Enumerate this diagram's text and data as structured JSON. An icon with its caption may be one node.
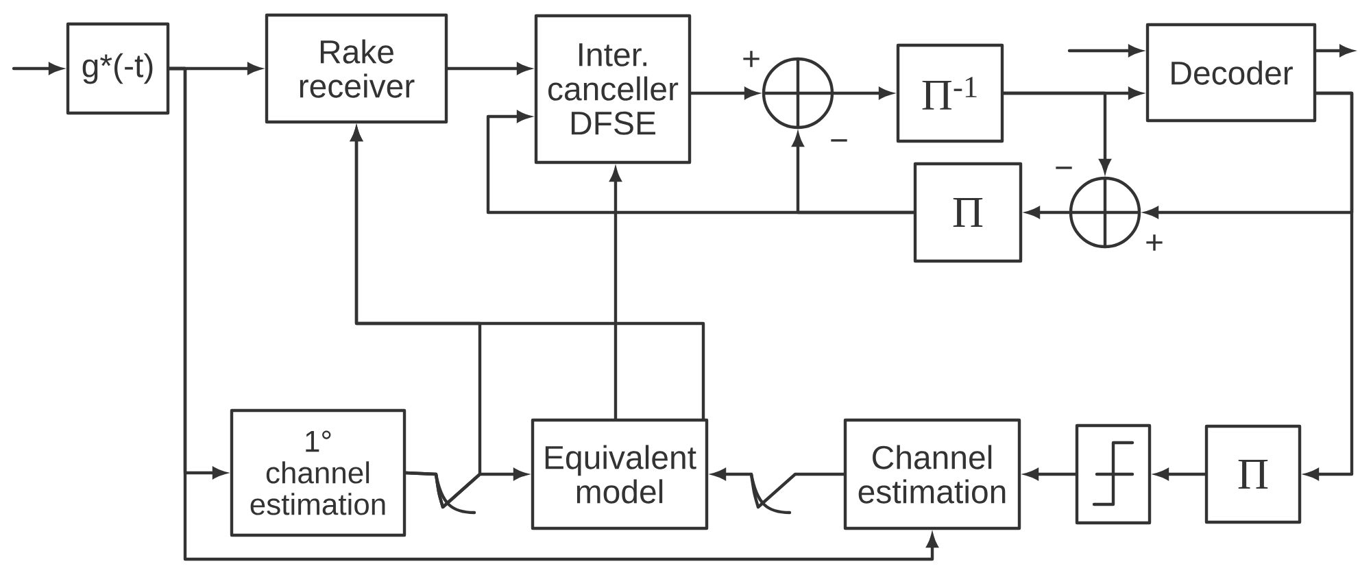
{
  "diagram": {
    "nodes": [
      {
        "text": [
          "g*(-t)"
        ]
      },
      {
        "text": [
          "Rake receiver"
        ]
      },
      {
        "text": [
          "Inter. canceller DFSE"
        ]
      },
      {
        "text": [],
        "shape": "circle"
      },
      {
        "text": [
          "Π$^{-1}$"
        ]
      },
      {
        "text": [
          "Decoder"
        ]
      },
      {
        "text": [],
        "shape": "circle"
      },
      {
        "text": [
          "Π"
        ]
      },
      {
        "text": [
          "1° channel estimation"
        ]
      },
      {
        "text": [
          "Equivalent model"
        ]
      },
      {
        "text": [
          "Channel estimation"
        ]
      },
      {
        "text": [],
        "shape": "box"
      },
      {
        "text": [
          "Π"
        ]
      }
    ],
    "edges": [
      {
        "from": null,
        "to": 0,
        "arrow": "to"
      },
      {
        "from": 0,
        "to": 1,
        "arrow": "to"
      },
      {
        "from": 0,
        "to": 8,
        "arrow": "to"
      },
      {
        "from": 0,
        "to": 10,
        "arrow": "to"
      },
      {
        "from": 1,
        "to": 2,
        "arrow": "to"
      },
      {
        "from": 2,
        "to": 3,
        "arrow": "to"
      },
      {
        "from": 3,
        "to": 4,
        "arrow": "to"
      },
      {
        "from": 4,
        "to": 5,
        "arrow": "to"
      },
      {
        "from": 4,
        "to": 6,
        "arrow": "to"
      },
      {
        "from": null,
        "to": 5,
        "arrow": "to"
      },
      {
        "from": 5,
        "to": null,
        "arrow": "to"
      },
      {
        "from": 5,
        "to": 6,
        "arrow": "to"
      },
      {
        "from": 5,
        "to": 12,
        "arrow": "to"
      },
      {
        "from": 6,
        "to": 7,
        "arrow": "to"
      },
      {
        "from": 7,
        "to": 3,
        "arrow": "to"
      },
      {
        "from": 7,
        "to": 2,
        "arrow": "to"
      },
      {
        "from": 12,
        "to": 11,
        "arrow": "to"
      },
      {
        "from": 11,
        "to": 10,
        "arrow": "to"
      },
      {
        "from": 10,
        "to": 9,
        "arrow": "to"
      },
      {
        "from": 8,
        "to": 9,
        "arrow": "to"
      },
      {
        "from": 9,
        "to": 2,
        "arrow": "to"
      },
      {
        "from": 9,
        "to": 1,
        "arrow": "to"
      },
      {
        "from": 8,
        "to": 1,
        "arrow": "to"
      }
    ],
    "labels": [
      "+",
      "−",
      "−",
      "+"
    ]
  }
}
